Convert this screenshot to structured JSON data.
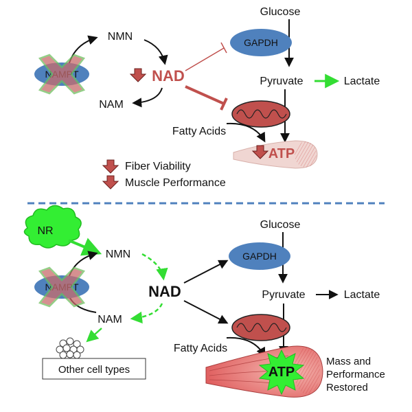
{
  "top": {
    "glucose": "Glucose",
    "gapdh": "GAPDH",
    "pyruvate": "Pyruvate",
    "lactate": "Lactate",
    "fatty_acids": "Fatty Acids",
    "atp": "ATP",
    "nmn": "NMN",
    "nam": "NAM",
    "nampt": "NAMPT",
    "nad": "NAD",
    "legend": [
      "Fiber Viability",
      "Muscle Performance"
    ]
  },
  "bottom": {
    "nr": "NR",
    "nmn": "NMN",
    "nam": "NAM",
    "nampt": "NAMPT",
    "nad": "NAD",
    "glucose": "Glucose",
    "gapdh": "GAPDH",
    "pyruvate": "Pyruvate",
    "lactate": "Lactate",
    "fatty_acids": "Fatty Acids",
    "atp": "ATP",
    "other_cells": "Other cell types",
    "restored": [
      "Mass and",
      "Performance",
      "Restored"
    ]
  },
  "colors": {
    "down_arrow": "#c0504d",
    "nad_top": "#c0504d",
    "inhibit": "#c0504d",
    "green": "#33dd33",
    "ellipse": "#4f81bd",
    "dashed_divider": "#4f81bd",
    "cross": "#6fbf5f"
  }
}
